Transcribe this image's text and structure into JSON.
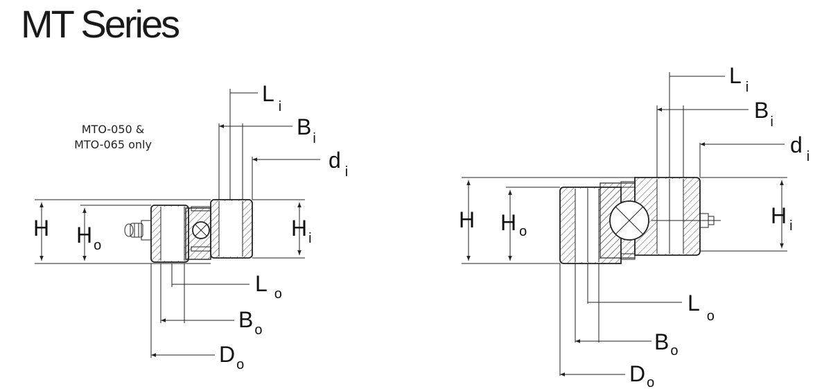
{
  "title": "MT Series",
  "note": {
    "line1": "MTO-050 &",
    "line2": "MTO-065 only"
  },
  "left_drawing": {
    "labels": {
      "H": {
        "main": "H",
        "sub": ""
      },
      "Ho": {
        "main": "H",
        "sub": "o"
      },
      "Hi": {
        "main": "H",
        "sub": "i"
      },
      "Li": {
        "main": "L",
        "sub": "i"
      },
      "Bi": {
        "main": "B",
        "sub": "i"
      },
      "di": {
        "main": "d",
        "sub": "i"
      },
      "Lo": {
        "main": "L",
        "sub": "o"
      },
      "Bo": {
        "main": "B",
        "sub": "o"
      },
      "Do": {
        "main": "D",
        "sub": "o"
      }
    }
  },
  "right_drawing": {
    "labels": {
      "H": {
        "main": "H",
        "sub": ""
      },
      "Ho": {
        "main": "H",
        "sub": "o"
      },
      "Hi": {
        "main": "H",
        "sub": "i"
      },
      "Li": {
        "main": "L",
        "sub": "i"
      },
      "Bi": {
        "main": "B",
        "sub": "i"
      },
      "di": {
        "main": "d",
        "sub": "i"
      },
      "Lo": {
        "main": "L",
        "sub": "o"
      },
      "Bo": {
        "main": "B",
        "sub": "o"
      },
      "Do": {
        "main": "D",
        "sub": "o"
      }
    }
  }
}
